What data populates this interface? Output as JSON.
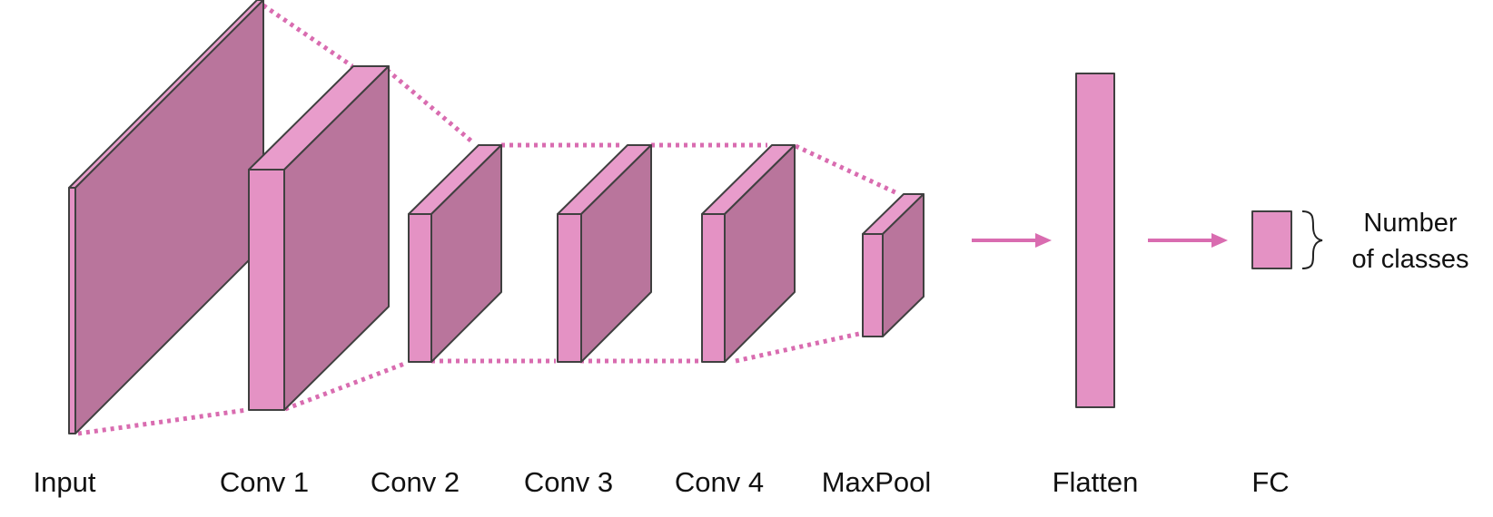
{
  "colors": {
    "layer_front": "#e492c4",
    "layer_top": "#e89ccb",
    "layer_side": "#b9759c",
    "edge": "#404040",
    "connector": "#d96cb0",
    "arrow": "#d96cb0"
  },
  "layers": [
    {
      "id": "input",
      "label": "Input"
    },
    {
      "id": "conv1",
      "label": "Conv 1"
    },
    {
      "id": "conv2",
      "label": "Conv 2"
    },
    {
      "id": "conv3",
      "label": "Conv 3"
    },
    {
      "id": "conv4",
      "label": "Conv 4"
    },
    {
      "id": "maxpool",
      "label": "MaxPool"
    },
    {
      "id": "flatten",
      "label": "Flatten"
    },
    {
      "id": "fc",
      "label": "FC"
    }
  ],
  "fc_note": {
    "line1": "Number",
    "line2": "of classes"
  }
}
